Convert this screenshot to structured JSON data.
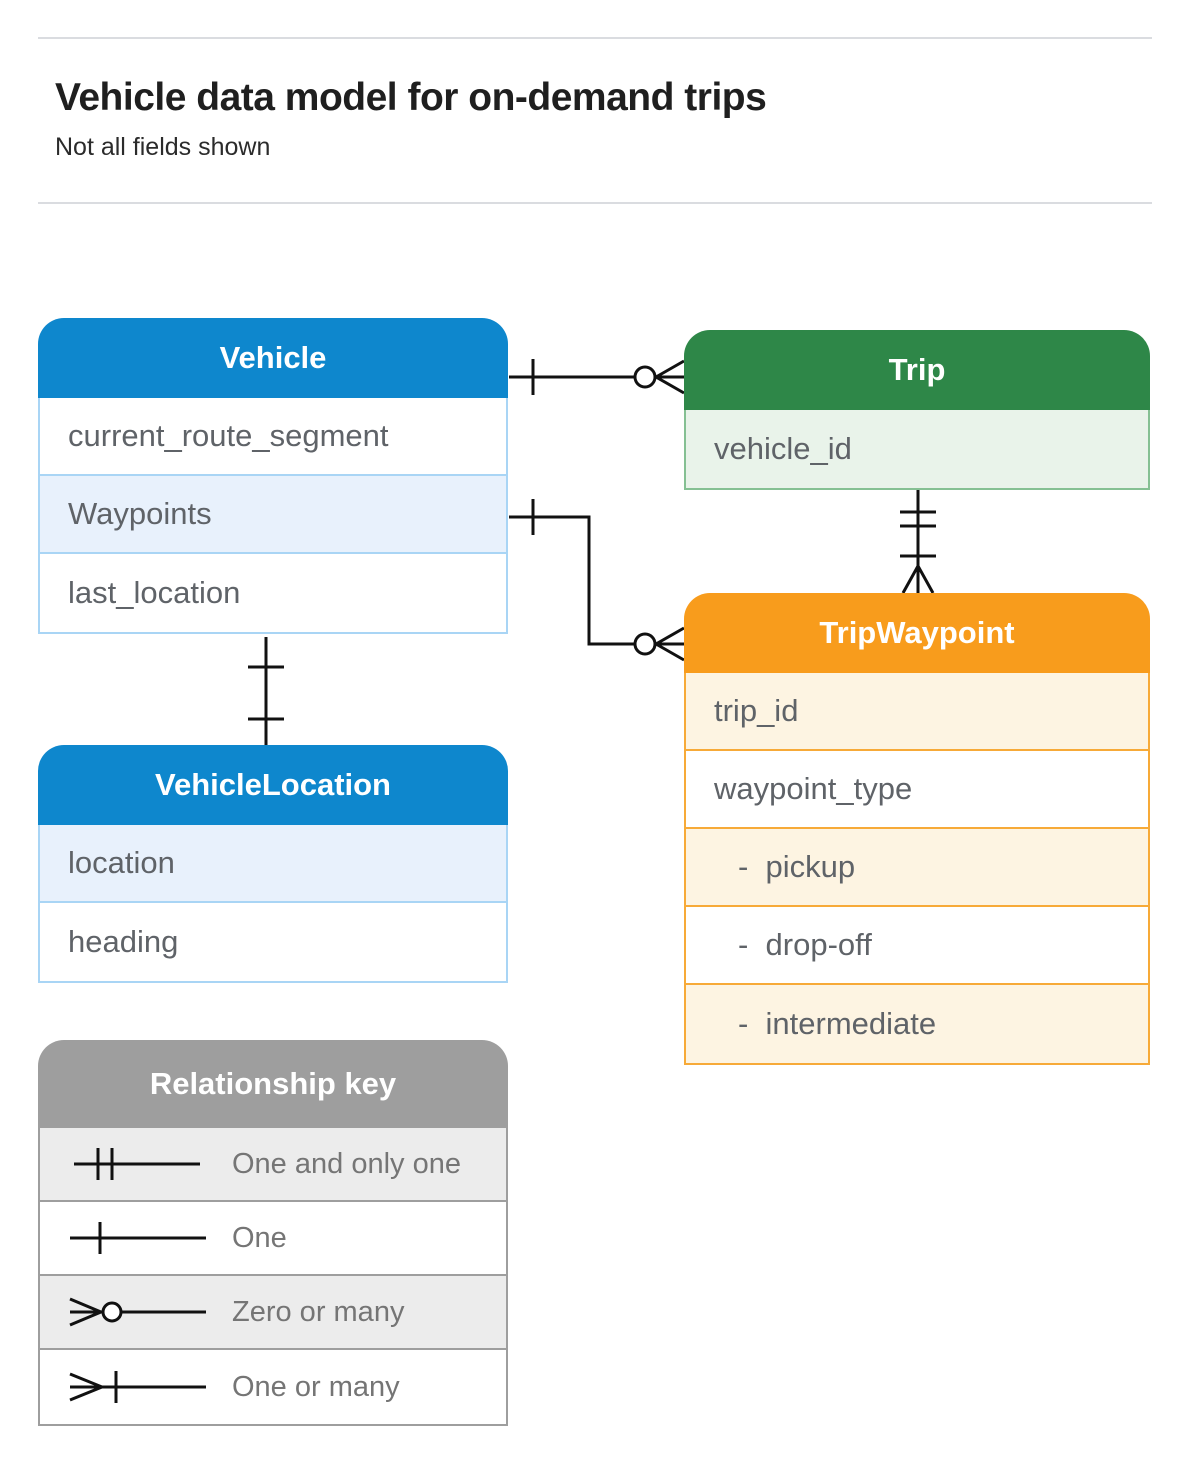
{
  "header": {
    "title": "Vehicle data model for on-demand trips",
    "subtitle": "Not all fields shown"
  },
  "tables": {
    "vehicle": {
      "title": "Vehicle",
      "rows": [
        {
          "label": "current_route_segment"
        },
        {
          "label": "Waypoints"
        },
        {
          "label": "last_location"
        }
      ]
    },
    "trip": {
      "title": "Trip",
      "rows": [
        {
          "label": "vehicle_id"
        }
      ]
    },
    "trip_waypoint": {
      "title": "TripWaypoint",
      "rows": [
        {
          "label": "trip_id"
        },
        {
          "label": "waypoint_type"
        },
        {
          "label": "-  pickup"
        },
        {
          "label": "-  drop-off"
        },
        {
          "label": "-  intermediate"
        }
      ]
    },
    "vehicle_location": {
      "title": "VehicleLocation",
      "rows": [
        {
          "label": "location"
        },
        {
          "label": "heading"
        }
      ]
    }
  },
  "legend": {
    "title": "Relationship key",
    "items": [
      {
        "symbol": "one-and-only-one-symbol",
        "label": "One and only one"
      },
      {
        "symbol": "one-symbol",
        "label": "One"
      },
      {
        "symbol": "zero-or-many-symbol",
        "label": "Zero or many"
      },
      {
        "symbol": "one-or-many-symbol",
        "label": "One or many"
      }
    ]
  },
  "relationships": [
    {
      "from": "Vehicle",
      "to": "Trip",
      "from_end": "one",
      "to_end": "zero-or-many"
    },
    {
      "from": "Vehicle.Waypoints",
      "to": "TripWaypoint",
      "from_end": "one",
      "to_end": "zero-or-many"
    },
    {
      "from": "Trip",
      "to": "TripWaypoint",
      "from_end": "one-and-only-one",
      "to_end": "one-or-many"
    },
    {
      "from": "Vehicle",
      "to": "VehicleLocation",
      "from_end": "one",
      "to_end": "one"
    }
  ],
  "colors": {
    "blue_header": "#0e87cd",
    "blue_row": "#e8f1fc",
    "blue_border": "#a9d5f5",
    "green_header": "#2e8748",
    "green_row": "#e9f3ea",
    "green_border": "#85c093",
    "orange_header": "#f89c1c",
    "orange_row": "#fdf4e2",
    "orange_border": "#f7aa38",
    "gray_header": "#9e9e9e",
    "gray_row": "#ececec",
    "row_text": "#5f6368",
    "connector_line": "#111111",
    "divider": "#dadce0"
  }
}
